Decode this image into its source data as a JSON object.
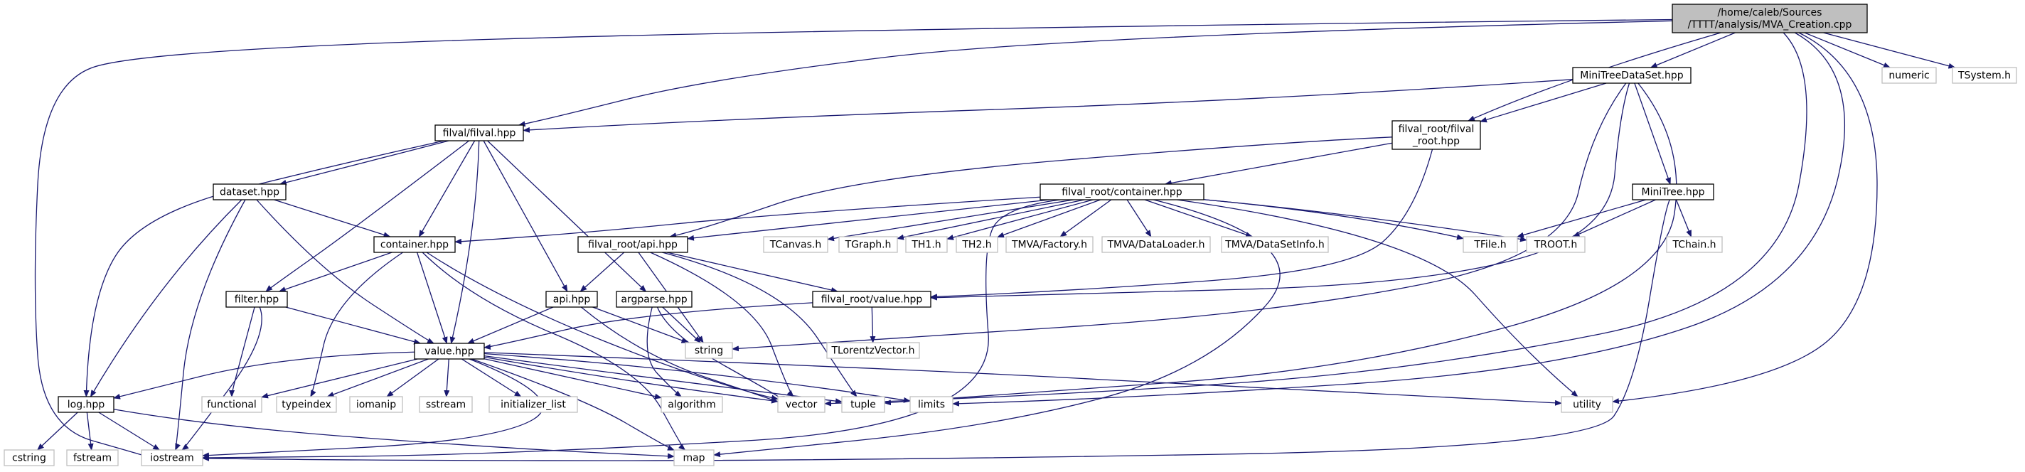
{
  "nodes": {
    "root": [
      "/home/caleb/Sources",
      "/TTTT/analysis/MVA_Creation.cpp"
    ],
    "minitreedataset": [
      "MiniTreeDataSet.hpp"
    ],
    "filval": [
      "filval/filval.hpp"
    ],
    "filval_root": [
      "filval_root/filval",
      "_root.hpp"
    ],
    "numeric": [
      "numeric"
    ],
    "tsystem": [
      "TSystem.h"
    ],
    "minitree": [
      "MiniTree.hpp"
    ],
    "fr_container": [
      "filval_root/container.hpp"
    ],
    "dataset": [
      "dataset.hpp"
    ],
    "container": [
      "container.hpp"
    ],
    "fr_api": [
      "filval_root/api.hpp"
    ],
    "tcanvas": [
      "TCanvas.h"
    ],
    "tgraph": [
      "TGraph.h"
    ],
    "th1": [
      "TH1.h"
    ],
    "th2": [
      "TH2.h"
    ],
    "tmva_factory": [
      "TMVA/Factory.h"
    ],
    "tmva_dataloader": [
      "TMVA/DataLoader.h"
    ],
    "tmva_datasetinfo": [
      "TMVA/DataSetInfo.h"
    ],
    "tfile": [
      "TFile.h"
    ],
    "troot": [
      "TROOT.h"
    ],
    "tchain": [
      "TChain.h"
    ],
    "filter": [
      "filter.hpp"
    ],
    "api": [
      "api.hpp"
    ],
    "argparse": [
      "argparse.hpp"
    ],
    "fr_value": [
      "filval_root/value.hpp"
    ],
    "string": [
      "string"
    ],
    "tlorentz": [
      "TLorentzVector.h"
    ],
    "value": [
      "value.hpp"
    ],
    "log": [
      "log.hpp"
    ],
    "functional": [
      "functional"
    ],
    "typeindex": [
      "typeindex"
    ],
    "iomanip": [
      "iomanip"
    ],
    "sstream": [
      "sstream"
    ],
    "initializer_list": [
      "initializer_list"
    ],
    "algorithm": [
      "algorithm"
    ],
    "vector": [
      "vector"
    ],
    "tuple": [
      "tuple"
    ],
    "limits": [
      "limits"
    ],
    "utility": [
      "utility"
    ],
    "cstring": [
      "cstring"
    ],
    "fstream": [
      "fstream"
    ],
    "iostream": [
      "iostream"
    ],
    "map": [
      "map"
    ]
  },
  "colors": {
    "edge": "#191970",
    "root_fill": "#bfbfbf",
    "internal_border": "#000000",
    "external_border": "#bfbfbf"
  }
}
